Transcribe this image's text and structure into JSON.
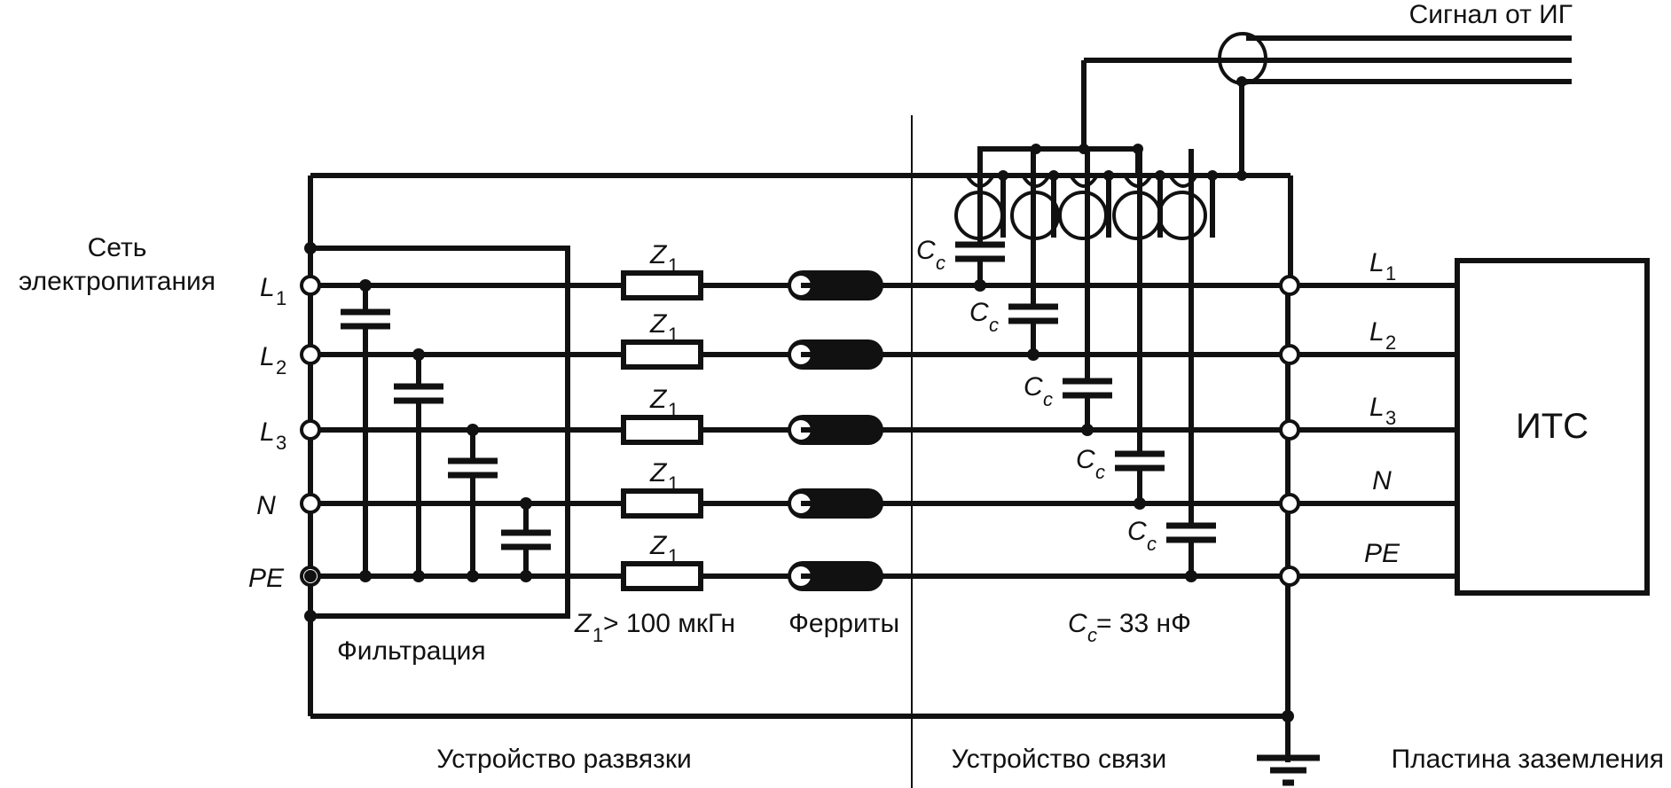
{
  "diagram": {
    "title_signal": "Сигнал от ИГ",
    "left_label_line1": "Сеть",
    "left_label_line2": "электропитания",
    "lines": [
      {
        "name": "L",
        "sub": "1"
      },
      {
        "name": "L",
        "sub": "2"
      },
      {
        "name": "L",
        "sub": "3"
      },
      {
        "name": "N",
        "sub": ""
      },
      {
        "name": "PE",
        "sub": ""
      }
    ],
    "impedance_label": {
      "name": "Z",
      "sub": "1"
    },
    "impedance_note": {
      "name": "Z",
      "sub": "1",
      "rest": " > 100 мкГн"
    },
    "ferrites_label": "Ферриты",
    "filter_label": "Фильтрация",
    "coupling_cap_label": {
      "name": "C",
      "sub": "c"
    },
    "coupling_cap_note": {
      "name": "C",
      "sub": "c",
      "rest": " = 33 нФ"
    },
    "decoupling_device_label": "Устройство развязки",
    "coupling_device_label": "Устройство связи",
    "ground_plane_label": "Пластина заземления",
    "eut_label": "ИТС"
  }
}
